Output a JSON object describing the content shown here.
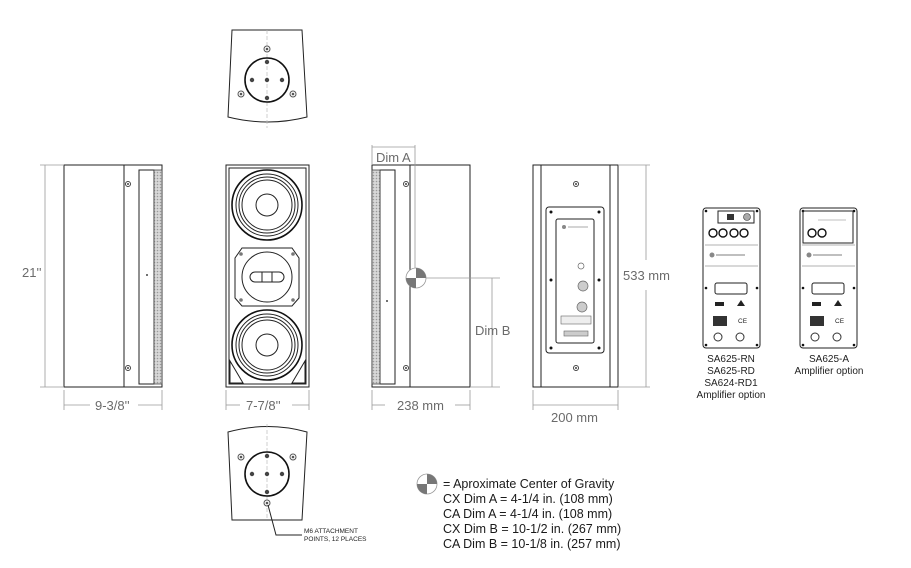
{
  "drawing": {
    "views": {
      "side_left": {
        "width_label": "9-3/8''",
        "height_label": "21''"
      },
      "front": {
        "width_label": "7-7/8''"
      },
      "side_right": {
        "dim_a_label": "Dim A",
        "dim_b_label": "Dim B",
        "depth_label": "238 mm"
      },
      "rear": {
        "width_label": "200 mm",
        "height_label": "533 mm"
      },
      "bottom": {
        "callout": [
          "M6 ATTACHMENT",
          "POINTS, 12 PLACES"
        ]
      }
    },
    "amplifiers": [
      {
        "models": [
          "SA625-RN",
          "SA625-RD",
          "SA624-RD1"
        ],
        "caption": "Amplifier option"
      },
      {
        "models": [
          "SA625-A"
        ],
        "caption": "Amplifier option"
      }
    ],
    "legend": {
      "symbol": "center-of-gravity-icon",
      "title": "= Aproximate Center of Gravity",
      "lines": [
        "CX Dim A = 4-1/4 in. (108 mm)",
        "CA Dim A = 4-1/4 in. (108 mm)",
        "CX Dim B = 10-1/2 in. (267 mm)",
        "CA Dim B = 10-1/8 in. (257 mm)"
      ]
    }
  }
}
